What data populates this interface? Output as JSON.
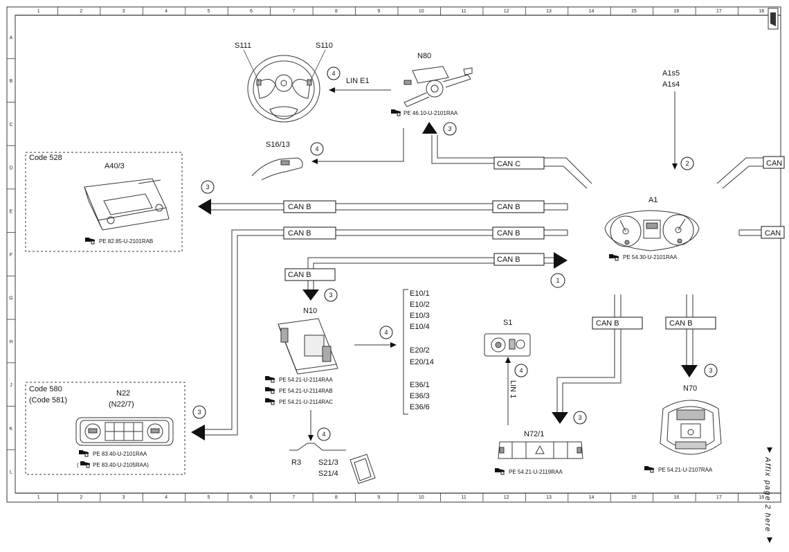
{
  "grid": {
    "columns": [
      "1",
      "2",
      "3",
      "4",
      "5",
      "6",
      "7",
      "8",
      "9",
      "10",
      "11",
      "12",
      "13",
      "14",
      "15",
      "16",
      "17",
      "18"
    ],
    "rows": [
      "A",
      "B",
      "C",
      "D",
      "E",
      "F",
      "G",
      "H",
      "J",
      "K",
      "L"
    ]
  },
  "components": {
    "s111": "S111",
    "s110": "S110",
    "n80": "N80",
    "n80_ref": "PE 46.10-U-2101RAA",
    "s16_13": "S16/13",
    "a1s5": "A1s5",
    "a1s4": "A1s4",
    "a40_3": "A40/3",
    "a40_3_code": "Code 528",
    "a40_3_ref": "PE 82.85-U-2101RAB",
    "a1": "A1",
    "a1_ref": "PE 54.30-U-2101RAA",
    "n10": "N10",
    "n10_refs": [
      "PE 54.21-U-2114RAA",
      "PE 54.21-U-2114RAB",
      "PE 54.21-U-2114RAC"
    ],
    "e_list": [
      "E10/1",
      "E10/2",
      "E10/3",
      "E10/4",
      "E20/2",
      "E20/14",
      "E36/1",
      "E36/3",
      "E36/6"
    ],
    "s1": "S1",
    "n22": "N22",
    "n22_alt": "(N22/7)",
    "n22_code1": "Code 580",
    "n22_code2": "(Code 581)",
    "n22_ref1": "PE 83.40-U-2101RAA",
    "n22_ref2": "PE 83.40-U-2105RAA)",
    "n22_ref2_open": "(",
    "r3": "R3",
    "s21_3": "S21/3",
    "s21_4": "S21/4",
    "n72_1": "N72/1",
    "n72_1_ref": "PE 54.21-U-2119RAA",
    "n70": "N70",
    "n70_ref": "PE 54.21-U-2107RAA"
  },
  "buses": {
    "lin_e1": "LIN E1",
    "lin_1": "LIN 1",
    "can_b": "CAN B",
    "can_c": "CAN C",
    "can": "CAN"
  },
  "markers": {
    "m1": "1",
    "m2": "2",
    "m3": "3",
    "m4": "4"
  },
  "side_note": "Affix page 2 here"
}
